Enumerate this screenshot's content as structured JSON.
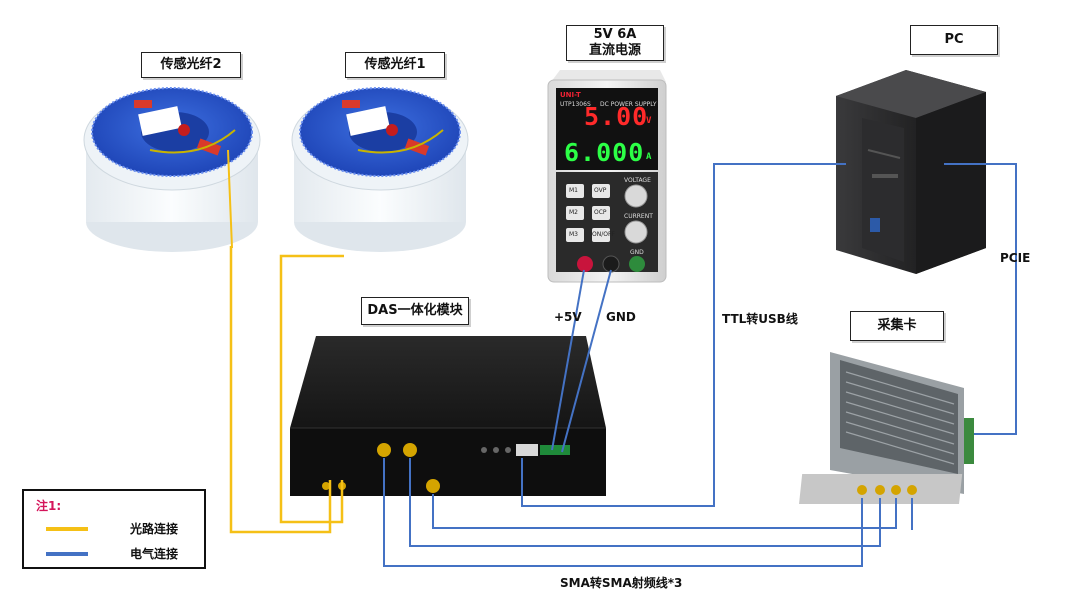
{
  "labels": {
    "fiber2": "传感光纤2",
    "fiber1": "传感光纤1",
    "psu_title_line1": "5V 6A",
    "psu_title_line2": "直流电源",
    "pc": "PC",
    "das": "DAS一体化模块",
    "card": "采集卡"
  },
  "wire_labels": {
    "plus5v": "+5V",
    "gnd": "GND",
    "ttl_usb": "TTL转USB线",
    "pcie": "PCIE",
    "sma": "SMA转SMA射频线*3"
  },
  "psu": {
    "brand": "UNI-T",
    "model": "UTP1306S",
    "subtitle": "DC POWER SUPPLY",
    "voltage": "5.00",
    "voltage_unit": "V",
    "current": "6.000",
    "current_unit": "A",
    "buttons": [
      "M1",
      "OVP",
      "M2",
      "OCP",
      "M3",
      "ON/OFF"
    ],
    "knob_voltage": "VOLTAGE",
    "knob_current": "CURRENT",
    "terminal_gnd": "GND"
  },
  "legend": {
    "title": "注1:",
    "items": [
      {
        "label": "光路连接",
        "color": "#f5c016"
      },
      {
        "label": "电气连接",
        "color": "#4472c4"
      }
    ]
  },
  "colors": {
    "optical": "#f5c016",
    "electrical": "#4472c4"
  }
}
